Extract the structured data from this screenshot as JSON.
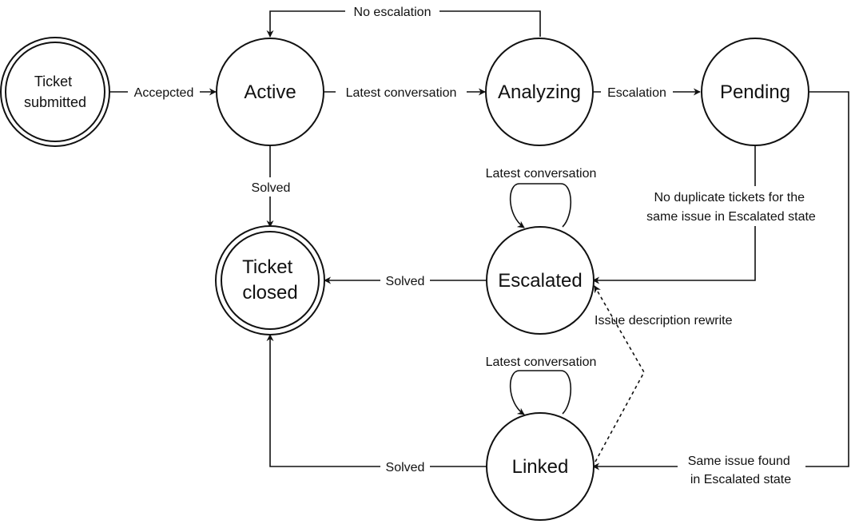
{
  "states": {
    "ticket_submitted": [
      "Ticket",
      "submitted"
    ],
    "active": "Active",
    "analyzing": "Analyzing",
    "pending": "Pending",
    "ticket_closed": [
      "Ticket",
      "closed"
    ],
    "escalated": "Escalated",
    "linked": "Linked"
  },
  "transitions": {
    "accepted": "Accepcted",
    "latest_conversation_active": "Latest conversation",
    "escalation": "Escalation",
    "no_escalation": "No escalation",
    "solved_active": "Solved",
    "loop_escalated": "Latest conversation",
    "no_duplicate": [
      "No duplicate tickets for the",
      "same issue in Escalated state"
    ],
    "solved_escalated": "Solved",
    "issue_rewrite": "Issue description rewrite",
    "loop_linked": "Latest conversation",
    "solved_linked": "Solved",
    "same_issue": [
      "Same issue found",
      "in Escalated state"
    ]
  },
  "colors": {
    "stroke": "#111111",
    "background": "#ffffff"
  }
}
